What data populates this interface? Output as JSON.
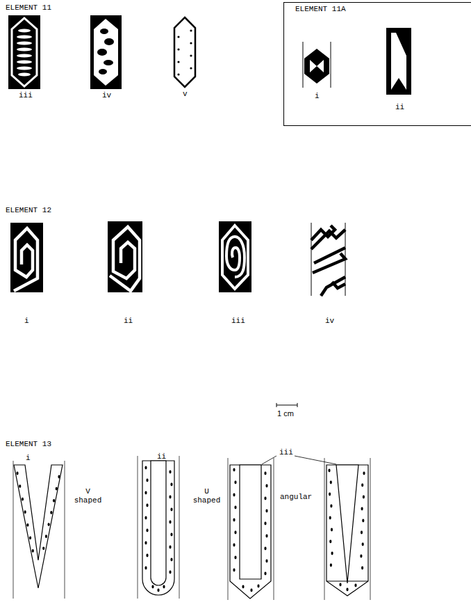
{
  "diagram": {
    "nodes": [
      {
        "text": [
          "ELEMENT 11A",
          "i",
          "ii"
        ]
      }
    ],
    "labels": [
      "ELEMENT 11",
      "iii",
      "iv",
      "v",
      "ELEMENT 12",
      "i",
      "ii",
      "iii",
      "iv",
      "1 cm",
      "ELEMENT 13",
      "i",
      "ii",
      "V shaped",
      "U shaped",
      "iii",
      "angular"
    ]
  }
}
